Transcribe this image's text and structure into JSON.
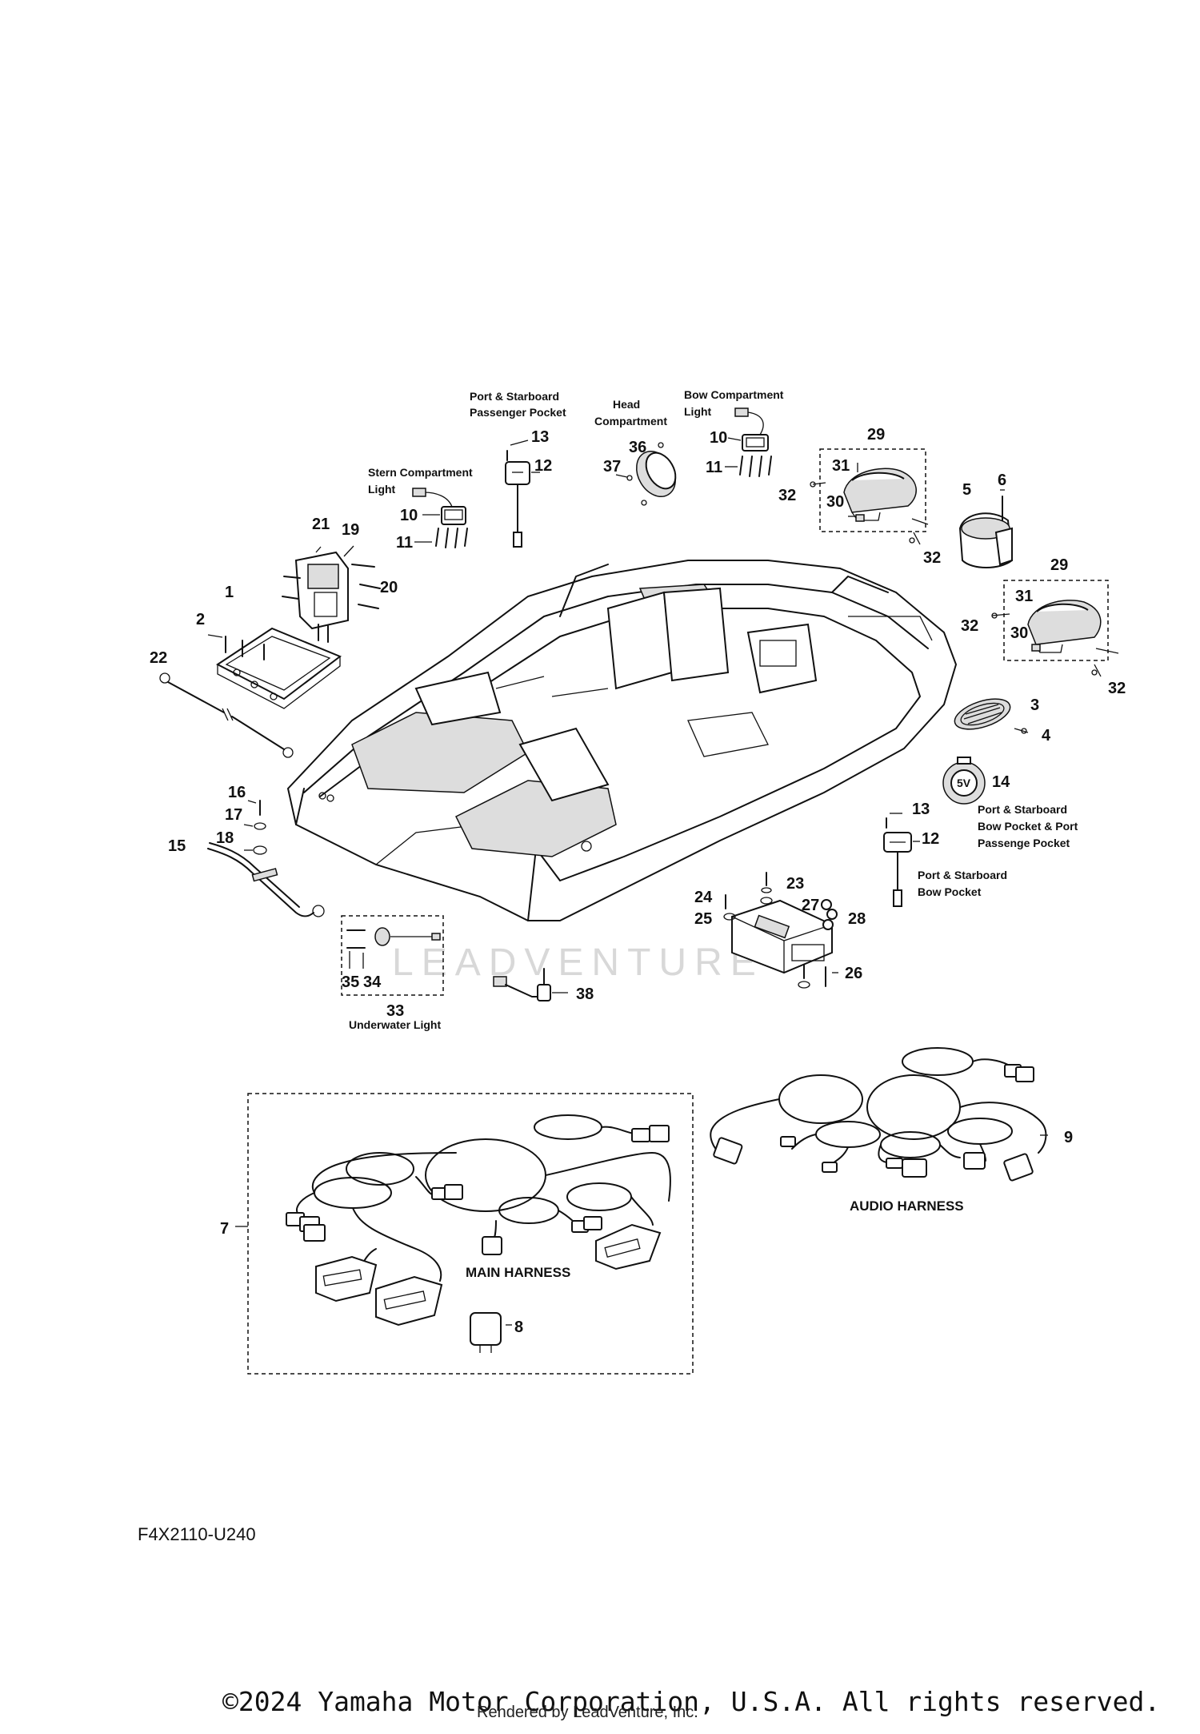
{
  "labels": {
    "port_starboard_passenger_pocket": [
      "Port & Starboard",
      "Passenger Pocket"
    ],
    "head_compartment": [
      "Head",
      "Compartment"
    ],
    "bow_compartment_light": [
      "Bow Compartment",
      "Light"
    ],
    "stern_compartment_light": [
      "Stern Compartment",
      "Light"
    ],
    "bow_port_passenger_pocket": [
      "Port & Starboard",
      "Bow Pocket & Port",
      "Passenge Pocket"
    ],
    "bow_pocket": [
      "Port & Starboard",
      "Bow Pocket"
    ],
    "underwater_light": "Underwater Light",
    "main_harness": "MAIN HARNESS",
    "audio_harness": "AUDIO HARNESS",
    "usb_5v": "5V"
  },
  "parts": {
    "p1": "1",
    "p2": "2",
    "p3": "3",
    "p4": "4",
    "p5": "5",
    "p6": "6",
    "p7": "7",
    "p8": "8",
    "p9": "9",
    "p10": "10",
    "p11": "11",
    "p12": "12",
    "p13": "13",
    "p14": "14",
    "p15": "15",
    "p16": "16",
    "p17": "17",
    "p18": "18",
    "p19": "19",
    "p20": "20",
    "p21": "21",
    "p22": "22",
    "p23": "23",
    "p24": "24",
    "p25": "25",
    "p26": "26",
    "p27": "27",
    "p28": "28",
    "p29": "29",
    "p30": "30",
    "p31": "31",
    "p32": "32",
    "p33": "33",
    "p34": "34",
    "p35": "35",
    "p36": "36",
    "p37": "37",
    "p38": "38"
  },
  "watermark": "LEADVENTURE",
  "diagram_code": "F4X2110-U240",
  "copyright": "©2024 Yamaha Motor Corporation, U.S.A. All rights reserved.",
  "rendered_by": "Rendered by LeadVenture, Inc."
}
